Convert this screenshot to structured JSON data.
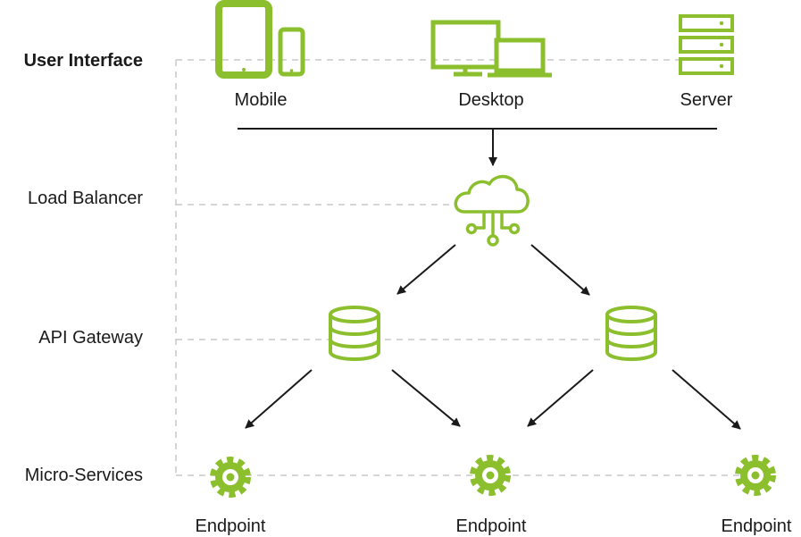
{
  "layers": {
    "user_interface": "User Interface",
    "load_balancer": "Load Balancer",
    "api_gateway": "API Gateway",
    "micro_services": "Micro-Services"
  },
  "clients": {
    "mobile": "Mobile",
    "desktop": "Desktop",
    "server": "Server"
  },
  "endpoints": [
    "Endpoint",
    "Endpoint",
    "Endpoint"
  ],
  "colors": {
    "accent": "#8cbf2d",
    "line": "#1a1a1a",
    "guide": "#c8c8c8"
  },
  "icons": {
    "mobile": "tablet-phone-icon",
    "desktop": "monitor-laptop-icon",
    "server": "server-rack-icon",
    "load_balancer": "cloud-network-icon",
    "api_gateway": "database-icon",
    "endpoint": "gear-icon"
  }
}
